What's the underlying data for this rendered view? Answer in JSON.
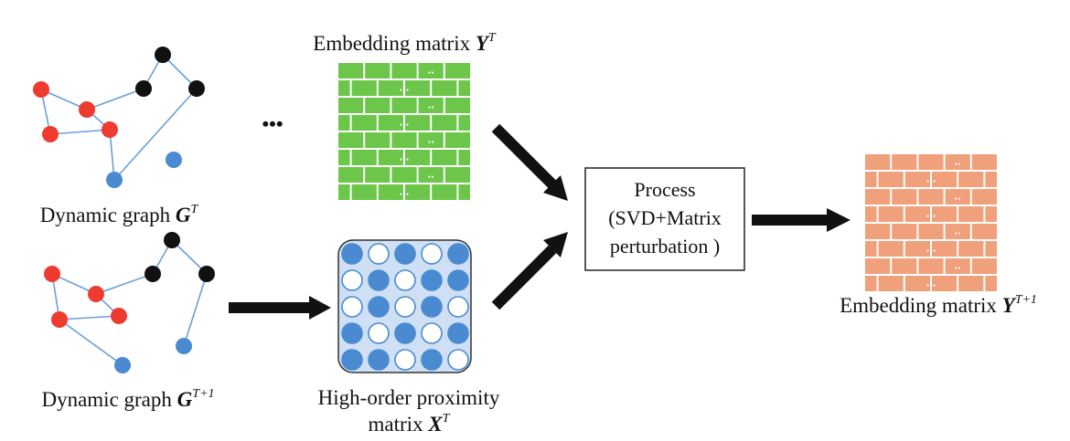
{
  "labels": {
    "embedding_top_prefix": "Embedding matrix ",
    "embedding_top_var": "Y",
    "embedding_top_sup": "T",
    "ellipsis": "•••",
    "graph_top_prefix": "Dynamic graph ",
    "graph_top_var": "G",
    "graph_top_sup": "T",
    "graph_bottom_prefix": "Dynamic graph ",
    "graph_bottom_var": "G",
    "graph_bottom_sup": "T+1",
    "proximity_line1": "High-order proximity",
    "proximity_line2_prefix": "matrix ",
    "proximity_var": "X",
    "proximity_sup": "T",
    "process_line1": "Process",
    "process_line2": "(SVD+Matrix",
    "process_line3": "perturbation )",
    "embedding_out_prefix": "Embedding matrix ",
    "embedding_out_var": "Y",
    "embedding_out_sup": "T+1",
    "matrix_dots_2": "..",
    "matrix_dots_3": "..."
  },
  "colors": {
    "community_node": "#ee3b30",
    "hub_node": "#111111",
    "isolated_node": "#4a8ad0",
    "edge": "#6a9fd8",
    "embedding_matrix": "#6cc64a",
    "output_matrix": "#f0a07a",
    "proximity_bg": "#cfe0f4",
    "proximity_filled": "#4a8ad0",
    "arrow": "#111111"
  },
  "proximity_matrix": [
    [
      1,
      0,
      1,
      0,
      1
    ],
    [
      0,
      1,
      0,
      1,
      1
    ],
    [
      0,
      1,
      0,
      1,
      0
    ],
    [
      1,
      0,
      1,
      0,
      1
    ],
    [
      1,
      1,
      0,
      1,
      0
    ]
  ]
}
